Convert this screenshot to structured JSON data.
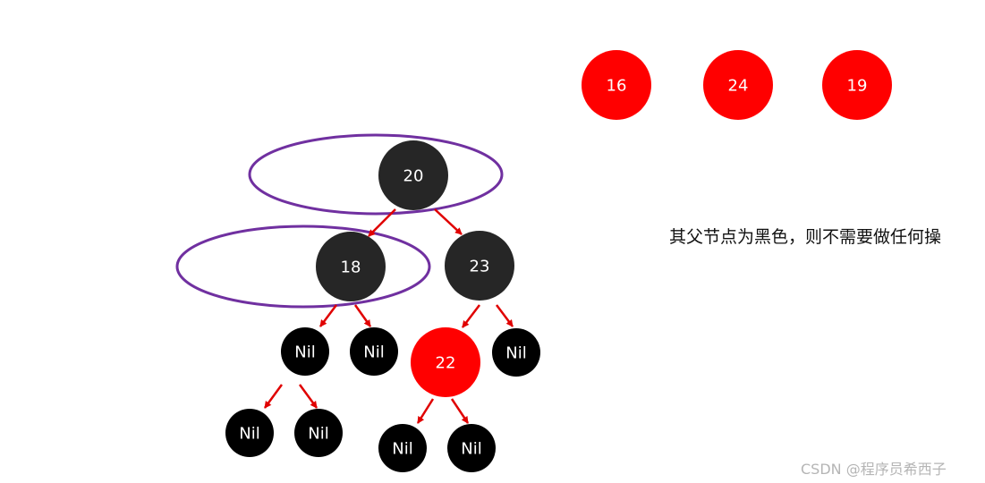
{
  "colors": {
    "red_node": "#ff0000",
    "dark_node": "#262626",
    "black_node": "#000000",
    "edge": "#e00000",
    "highlight_ellipse": "#7030a0",
    "label": "#ffffff",
    "note_text": "#111111",
    "watermark": "#b5b5b5"
  },
  "pending_nodes": [
    {
      "label": "16",
      "color": "red"
    },
    {
      "label": "24",
      "color": "red"
    },
    {
      "label": "19",
      "color": "red"
    }
  ],
  "tree": {
    "nodes": [
      {
        "id": "n20",
        "label": "20",
        "color": "dark"
      },
      {
        "id": "n18",
        "label": "18",
        "color": "dark"
      },
      {
        "id": "n23",
        "label": "23",
        "color": "dark"
      },
      {
        "id": "nil18l",
        "label": "Nil",
        "color": "black"
      },
      {
        "id": "nil18r",
        "label": "Nil",
        "color": "black"
      },
      {
        "id": "n22",
        "label": "22",
        "color": "red"
      },
      {
        "id": "nil23r",
        "label": "Nil",
        "color": "black"
      },
      {
        "id": "nilAl",
        "label": "Nil",
        "color": "black"
      },
      {
        "id": "nilAr",
        "label": "Nil",
        "color": "black"
      },
      {
        "id": "nil22l",
        "label": "Nil",
        "color": "black"
      },
      {
        "id": "nil22r",
        "label": "Nil",
        "color": "black"
      }
    ],
    "edges": [
      {
        "from": "n20",
        "to": "n18"
      },
      {
        "from": "n20",
        "to": "n23"
      },
      {
        "from": "n18",
        "to": "nil18l"
      },
      {
        "from": "n18",
        "to": "nil18r"
      },
      {
        "from": "n23",
        "to": "n22"
      },
      {
        "from": "n23",
        "to": "nil23r"
      },
      {
        "from": "nil18l",
        "to": "nilAl"
      },
      {
        "from": "nil18l",
        "to": "nilAr"
      },
      {
        "from": "n22",
        "to": "nil22l"
      },
      {
        "from": "n22",
        "to": "nil22r"
      }
    ],
    "highlighted": [
      "n20",
      "n18"
    ]
  },
  "note": "其父节点为黑色，则不需要做任何操",
  "watermark": "CSDN @程序员希西子"
}
